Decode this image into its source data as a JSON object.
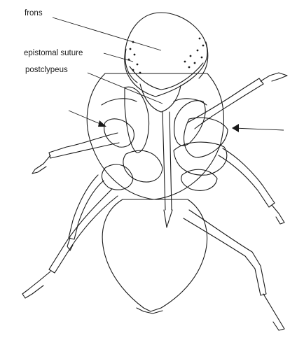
{
  "labels": {
    "frons": "frons",
    "epistomal_suture": "epistomal suture",
    "postclypeus": "postclypeus"
  },
  "colors": {
    "ink": "#1a1a1a",
    "paper": "#ffffff"
  }
}
